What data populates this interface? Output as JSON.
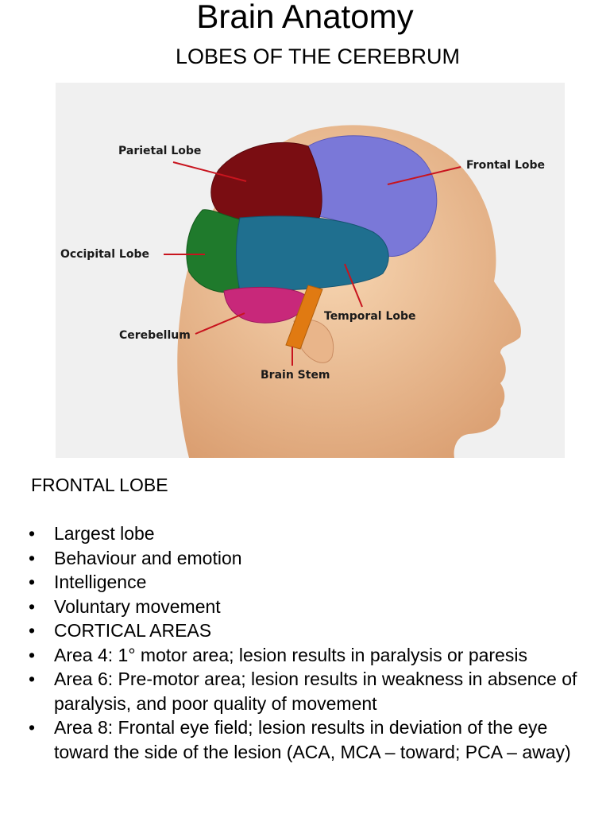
{
  "slide": {
    "title": "Brain Anatomy",
    "subtitle": "LOBES OF THE CEREBRUM"
  },
  "figure": {
    "labels": {
      "parietal": "Parietal Lobe",
      "frontal": "Frontal Lobe",
      "occipital": "Occipital Lobe",
      "cerebellum": "Cerebellum",
      "temporal": "Temporal Lobe",
      "brain_stem": "Brain Stem"
    },
    "colors": {
      "background": "#f0f0f0",
      "skin": "#f2c9a0",
      "parietal": "#7a0d12",
      "frontal": "#7a78d8",
      "occipital": "#1f7a2c",
      "temporal": "#1f6f8f",
      "cerebellum": "#c8287a",
      "brain_stem": "#e07a12",
      "leader_line": "#c8141e"
    }
  },
  "content": {
    "heading": "FRONTAL LOBE",
    "bullet_glyph": "•",
    "bullets": [
      "Largest lobe",
      "Behaviour and emotion",
      "Intelligence",
      "Voluntary movement",
      "CORTICAL AREAS",
      "Area 4: 1° motor area; lesion results in paralysis or paresis",
      "Area 6: Pre-motor area; lesion results in weakness in absence of paralysis, and poor quality of movement",
      "Area 8: Frontal eye field; lesion results in deviation of the eye toward the side of the lesion (ACA, MCA – toward; PCA – away)"
    ]
  }
}
